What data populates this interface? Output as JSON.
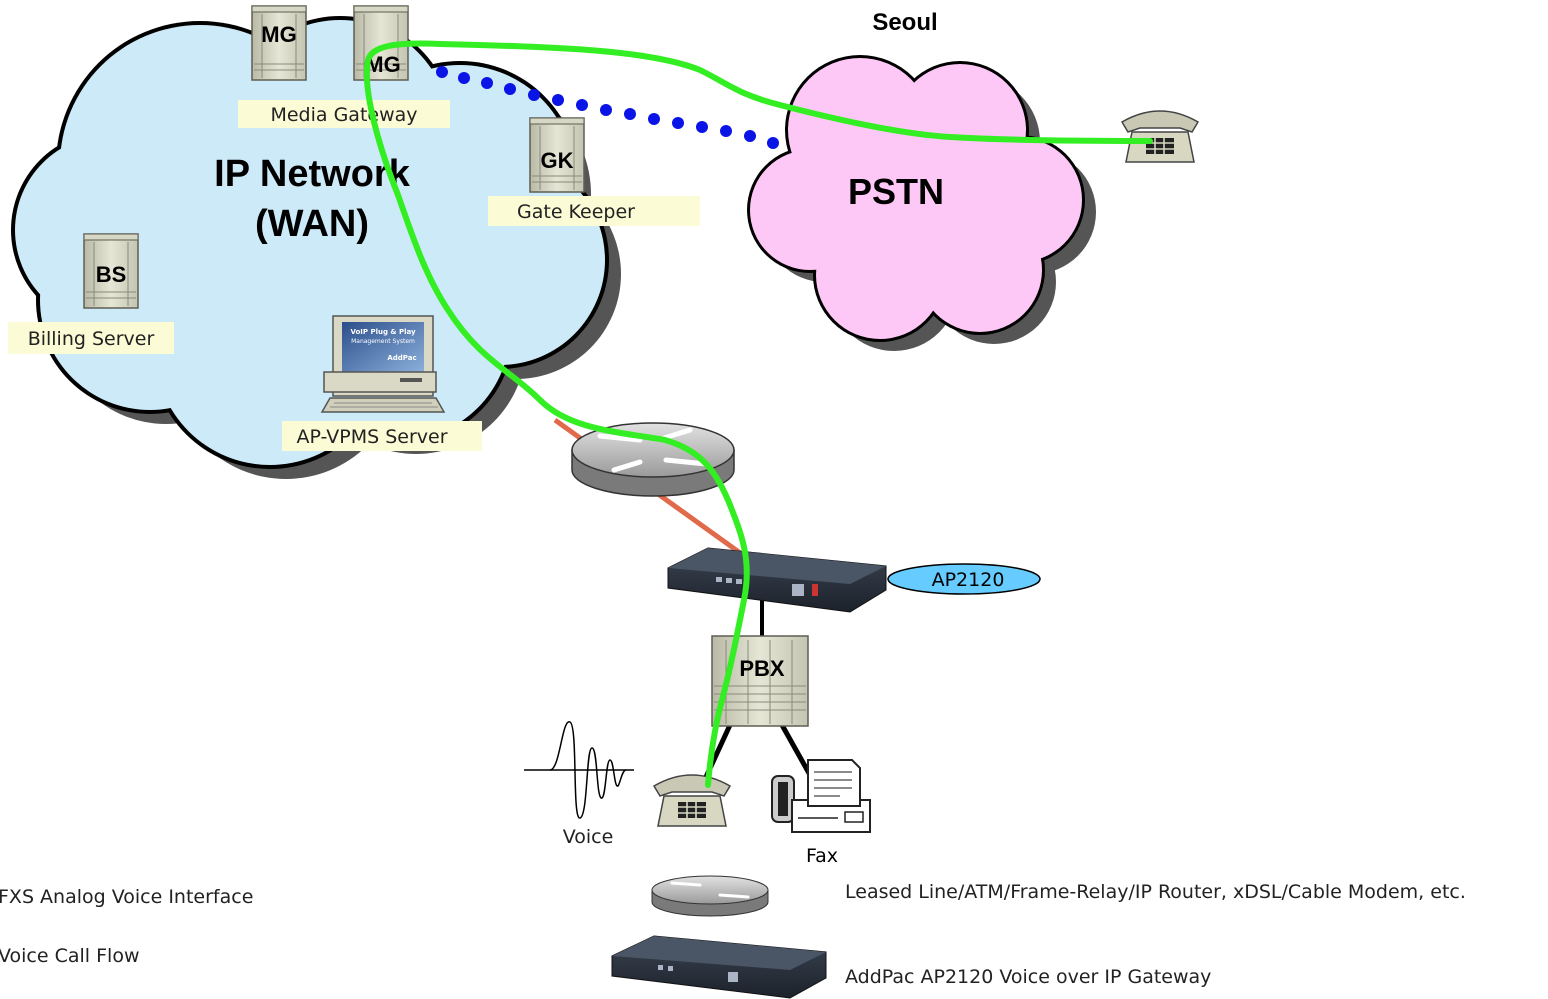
{
  "diagram": {
    "city": "Seoul",
    "ip_network": {
      "line1": "IP Network",
      "line2": "(WAN)"
    },
    "pstn": "PSTN",
    "devices": {
      "mg1": "MG",
      "mg2": "MG",
      "gk": "GK",
      "bs": "BS",
      "pbx": "PBX"
    },
    "labels": {
      "media_gateway": "Media Gateway",
      "gate_keeper": "Gate Keeper",
      "billing_server": "Billing Server",
      "vpms_server": "AP-VPMS Server",
      "ap2120": "AP2120",
      "voice": "Voice",
      "fax": "Fax"
    },
    "screen_text": {
      "line1": "VoIP Plug & Play",
      "line2": "Management System",
      "brand": "AddPac"
    }
  },
  "legend": {
    "fxs": "FXS Analog Voice Interface",
    "call_flow": "Voice Call Flow",
    "router": "Leased Line/ATM/Frame-Relay/IP Router, xDSL/Cable Modem, etc.",
    "gateway": "AddPac AP2120 Voice over IP Gateway"
  },
  "colors": {
    "ip_cloud": "#cdeaf8",
    "pstn_cloud": "#fdc8f5",
    "call_flow": "#33ee22",
    "signal_dots": "#0a14e6",
    "label_bg": "#fbfbd6",
    "ap2120_badge": "#66ccff",
    "fxs_link": "#e06a4a"
  }
}
